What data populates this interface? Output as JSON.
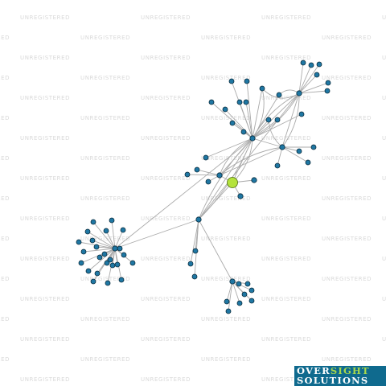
{
  "watermark": {
    "text": "UNREGISTERED"
  },
  "logo": {
    "word1": "OVER",
    "word2": "SIGHT",
    "line2": "SOLUTIONS"
  },
  "colors": {
    "background": "#ffffff",
    "edge": "#aaaaaa",
    "node_fill": "#1f77a3",
    "node_stroke": "#0b2c3d",
    "focus_fill": "#b4e33c",
    "focus_stroke": "#4d6a10",
    "watermark": "#d9d9d9",
    "logo_bg": "#0f6a8e",
    "logo_accent": "#a8d84b"
  },
  "graph": {
    "focus": "center",
    "hubs": [
      "center",
      "h1",
      "h2",
      "h3",
      "h4",
      "h5",
      "h6",
      "h7"
    ],
    "links": [
      [
        "center",
        "h1"
      ],
      [
        "center",
        "h1"
      ],
      [
        "center",
        "h2"
      ],
      [
        "center",
        "h3"
      ],
      [
        "center",
        "n_c1"
      ],
      [
        "center",
        "n_c2"
      ],
      [
        "h1",
        "h3"
      ],
      [
        "h1",
        "h3"
      ],
      [
        "h1",
        "h3"
      ],
      [
        "h1",
        "h2"
      ],
      [
        "h1",
        "h2"
      ],
      [
        "h1",
        "h4"
      ],
      [
        "h1",
        "h5"
      ],
      [
        "h1",
        "h6"
      ],
      [
        "h1",
        "h6"
      ],
      [
        "h1",
        "h6"
      ],
      [
        "h4",
        "h2"
      ],
      [
        "h4",
        "h2"
      ],
      [
        "h4",
        "h6"
      ],
      [
        "h4",
        "h6"
      ],
      [
        "h3",
        "h6"
      ],
      [
        "h3",
        "h7"
      ]
    ],
    "leaves": {
      "h1": 14,
      "h2": 7,
      "h3": 4,
      "h4": 10,
      "h5": 24,
      "h6": 11,
      "h7": 5,
      "center": 1
    }
  }
}
